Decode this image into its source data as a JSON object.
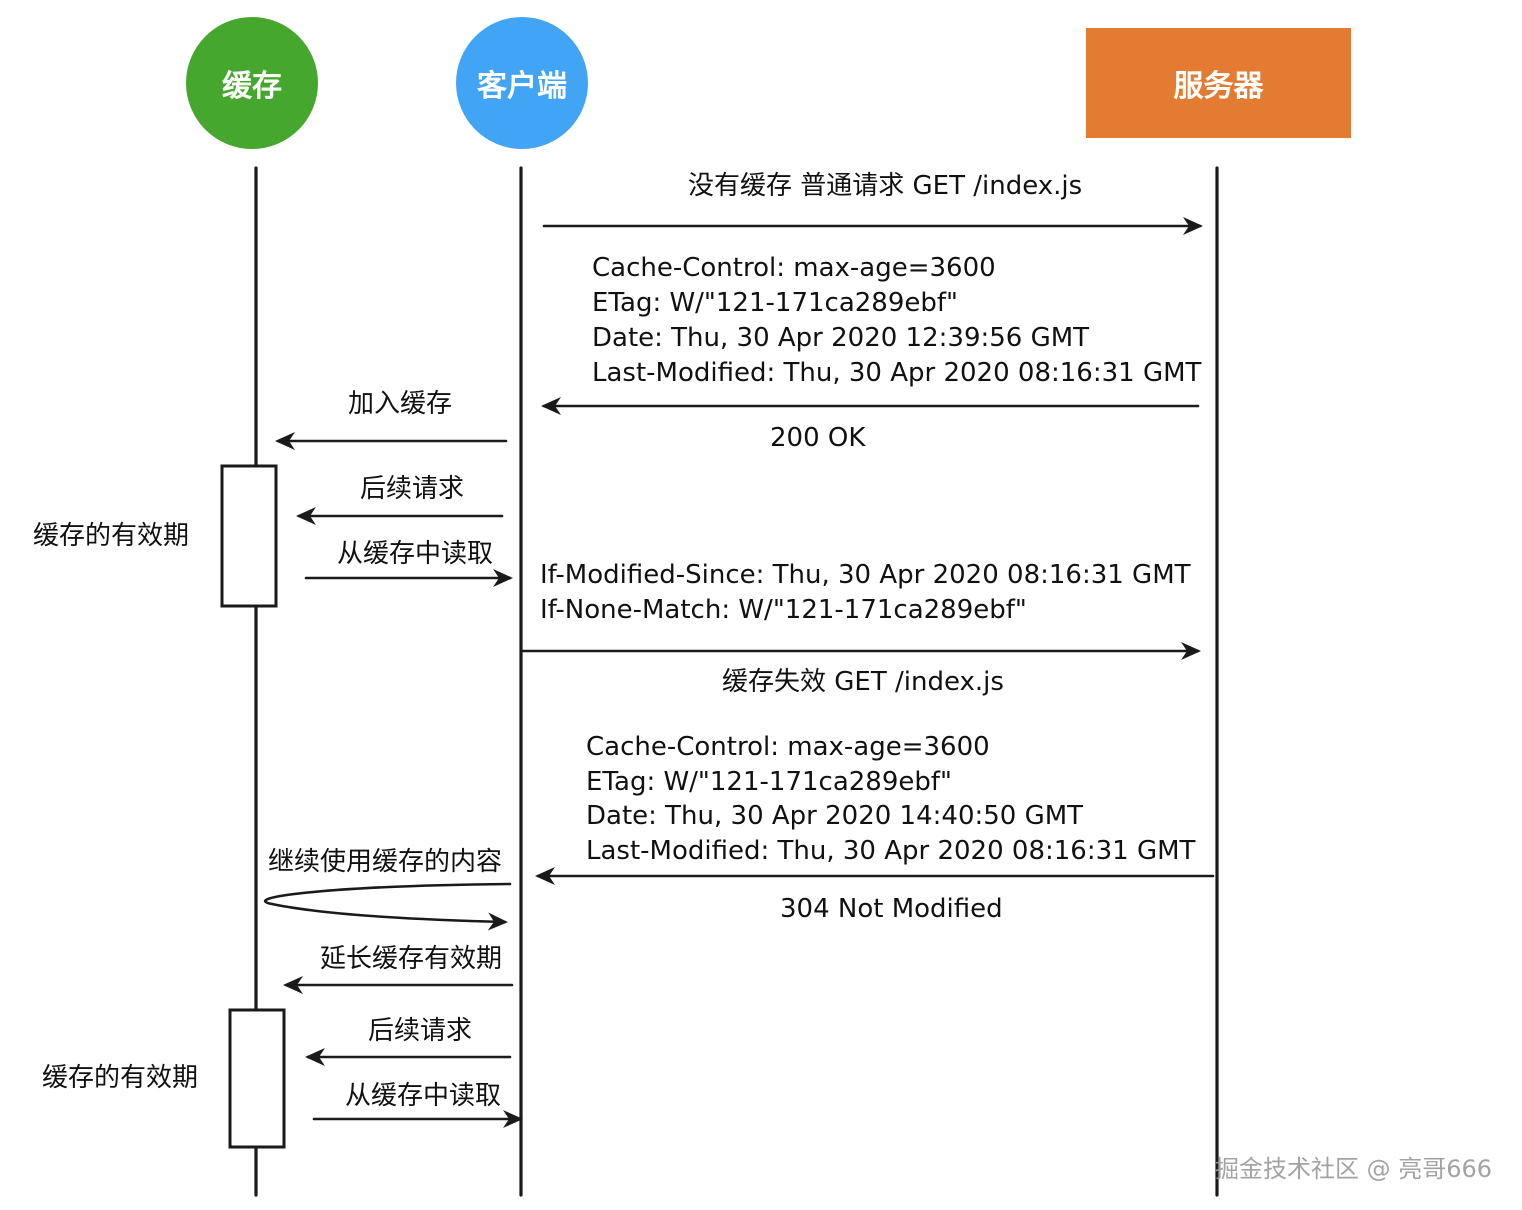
{
  "participants": {
    "cache": {
      "label": "缓存",
      "color": "#46a72e"
    },
    "client": {
      "label": "客户端",
      "color": "#42a4f5"
    },
    "server": {
      "label": "服务器",
      "color": "#e37b33"
    }
  },
  "messages": {
    "no_cache_request": "没有缓存 普通请求 GET /index.js",
    "response1_headers": [
      "Cache-Control: max-age=3600",
      "ETag: W/\"121-171ca289ebf\"",
      "Date: Thu, 30 Apr 2020 12:39:56 GMT",
      "Last-Modified: Thu, 30 Apr 2020 08:16:31 GMT"
    ],
    "response1_status": "200 OK",
    "add_to_cache": "加入缓存",
    "subsequent_request_1": "后续请求",
    "read_from_cache_1": "从缓存中读取",
    "conditional_headers": [
      "If-Modified-Since: Thu, 30 Apr 2020 08:16:31 GMT",
      "If-None-Match: W/\"121-171ca289ebf\""
    ],
    "cache_expired_request": "缓存失效 GET /index.js",
    "response2_headers": [
      "Cache-Control: max-age=3600",
      "ETag: W/\"121-171ca289ebf\"",
      "Date: Thu, 30 Apr 2020 14:40:50 GMT",
      "Last-Modified: Thu, 30 Apr 2020 08:16:31 GMT"
    ],
    "response2_status": "304 Not Modified",
    "continue_use_cache": "继续使用缓存的内容",
    "extend_cache": "延长缓存有效期",
    "subsequent_request_2": "后续请求",
    "read_from_cache_2": "从缓存中读取"
  },
  "validity_labels": {
    "first": "缓存的有效期",
    "second": "缓存的有效期"
  },
  "watermark": "掘金技术社区 @ 亮哥666"
}
